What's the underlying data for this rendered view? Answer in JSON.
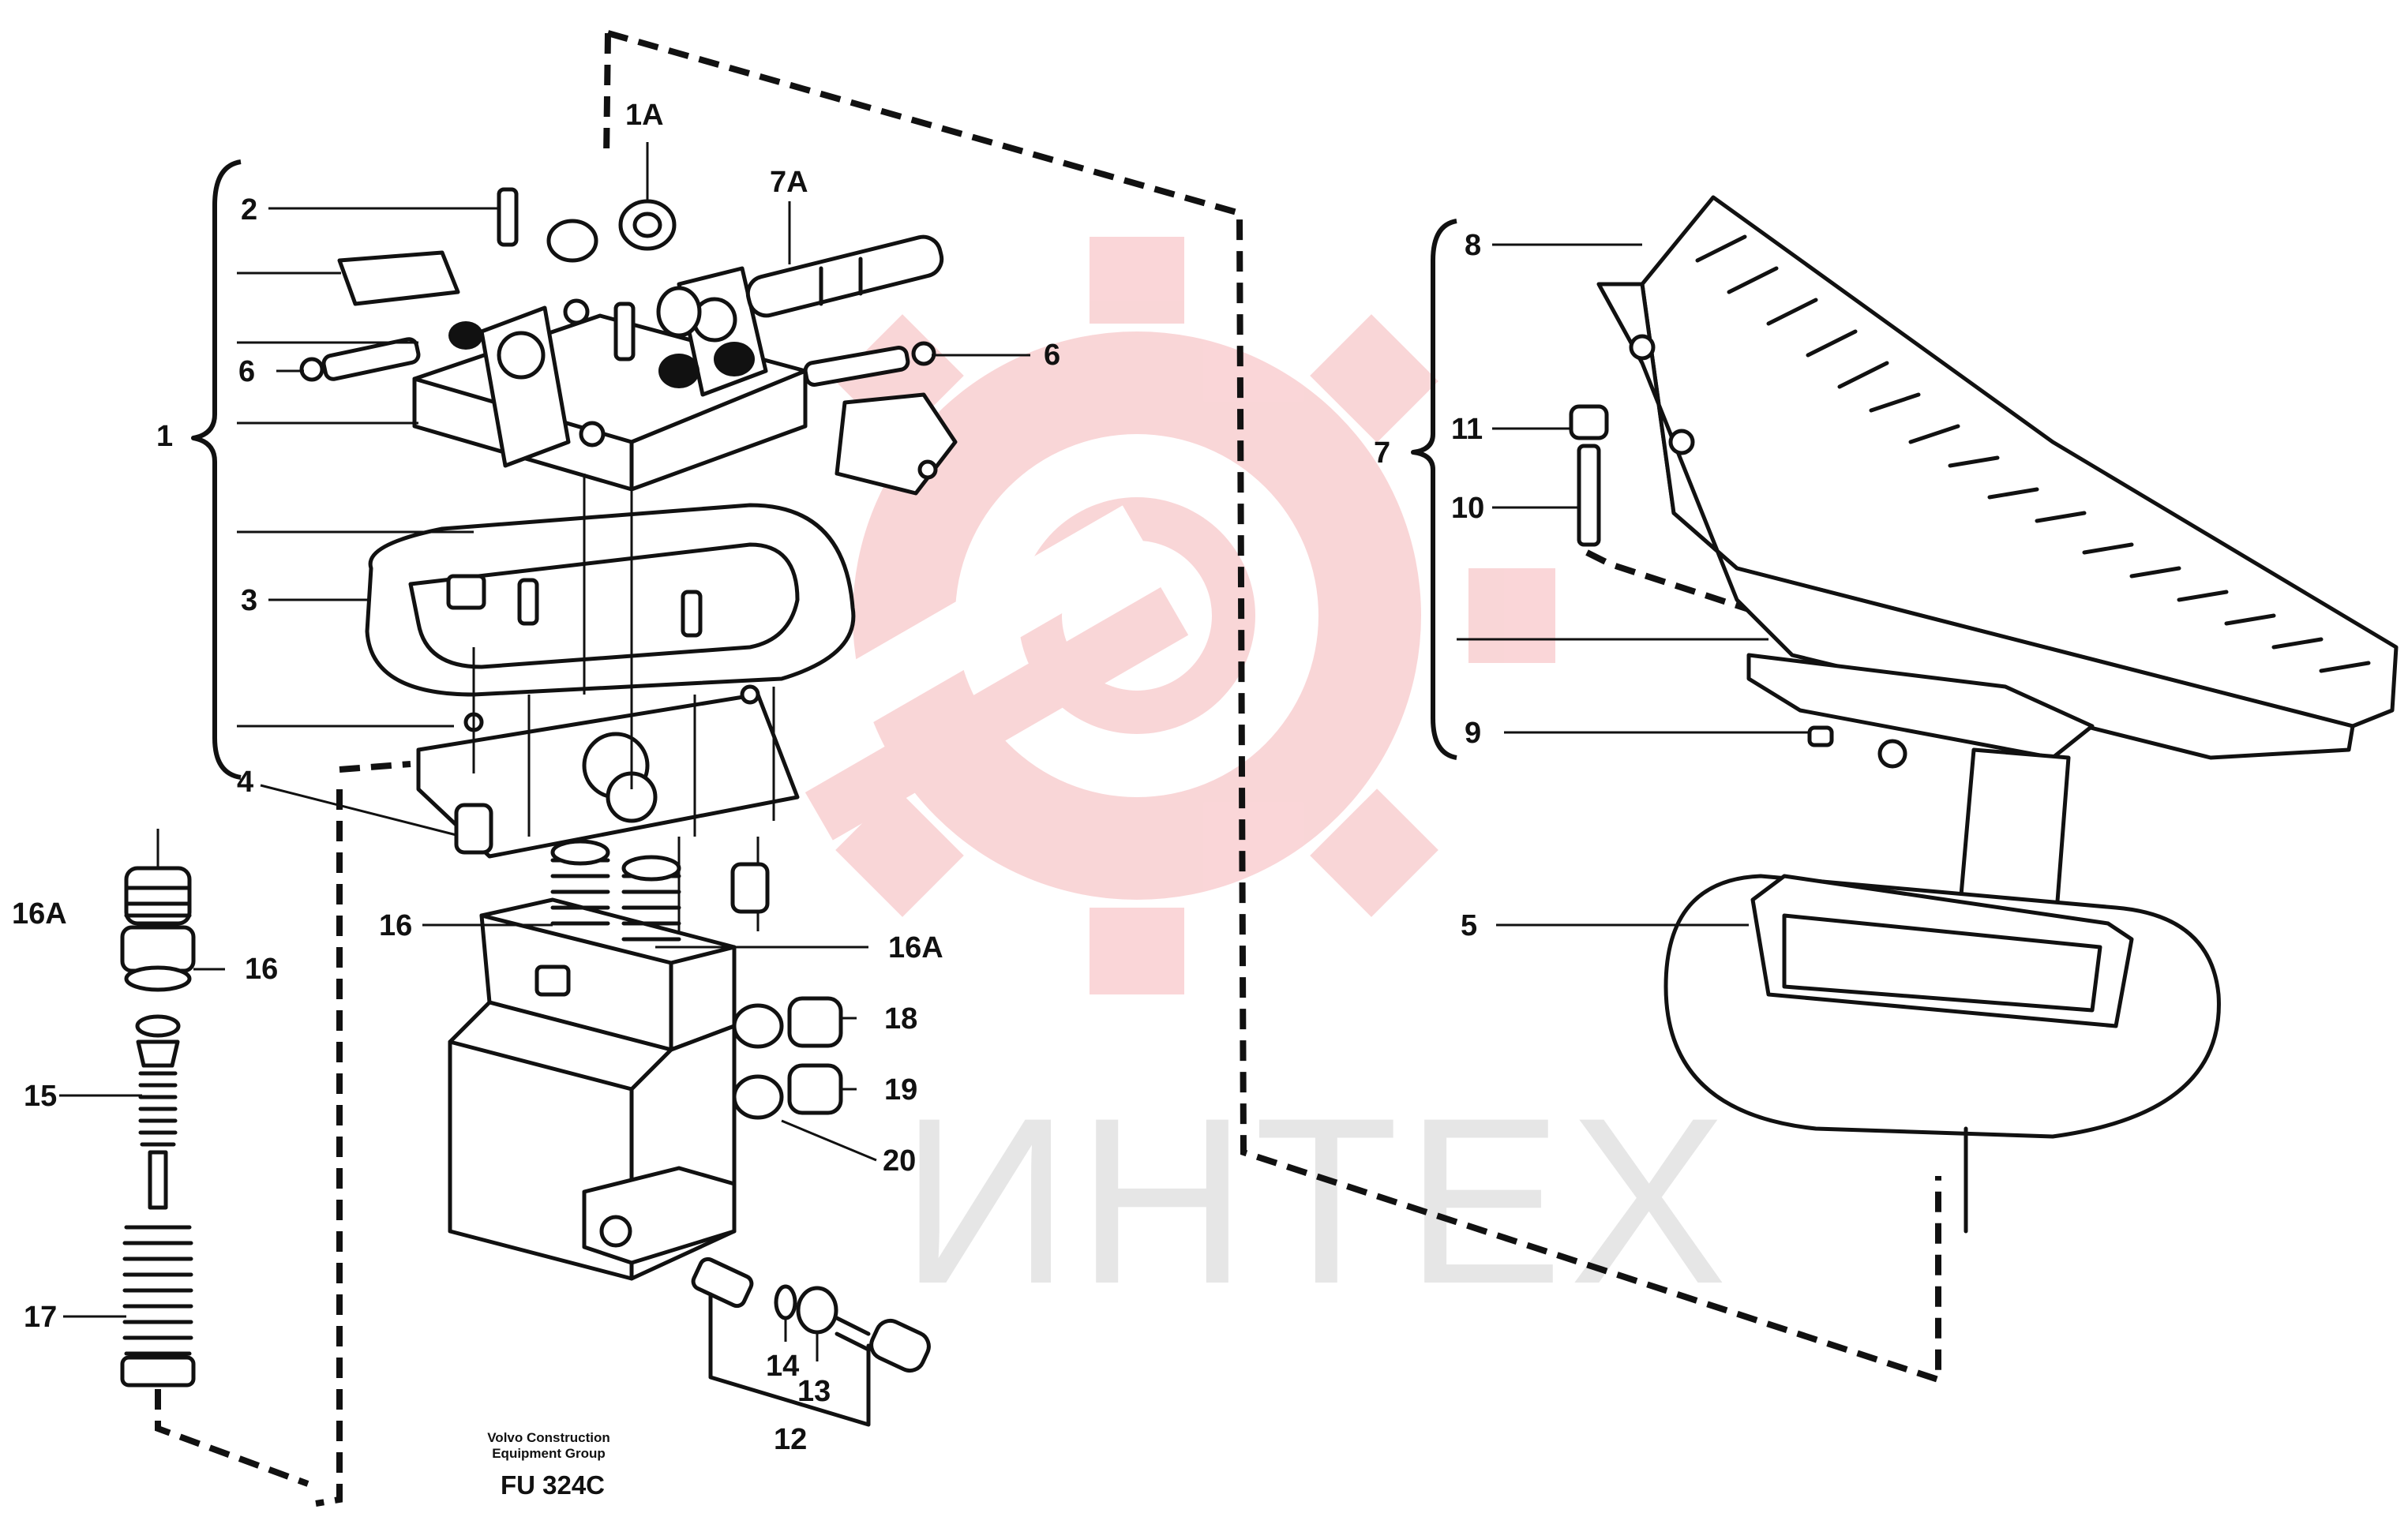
{
  "watermark": {
    "text": "ИНТЕХ",
    "gear_color": "#f9cfd1",
    "text_color": "#e6e6e6"
  },
  "callouts": {
    "c1A": "1A",
    "c7A": "7A",
    "c2": "2",
    "c6_left": "6",
    "c6_right": "6",
    "c1": "1",
    "c3": "3",
    "c4": "4",
    "c16A_left": "16A",
    "c16_left": "16",
    "c16_mid": "16",
    "c16A_mid": "16A",
    "c15": "15",
    "c17": "17",
    "c18": "18",
    "c19": "19",
    "c20": "20",
    "c14": "14",
    "c13": "13",
    "c12": "12",
    "c8": "8",
    "c7": "7",
    "c11": "11",
    "c10": "10",
    "c9": "9",
    "c5": "5"
  },
  "credit": {
    "line1": "Volvo Construction",
    "line2": "Equipment Group",
    "code": "FU 324C"
  }
}
